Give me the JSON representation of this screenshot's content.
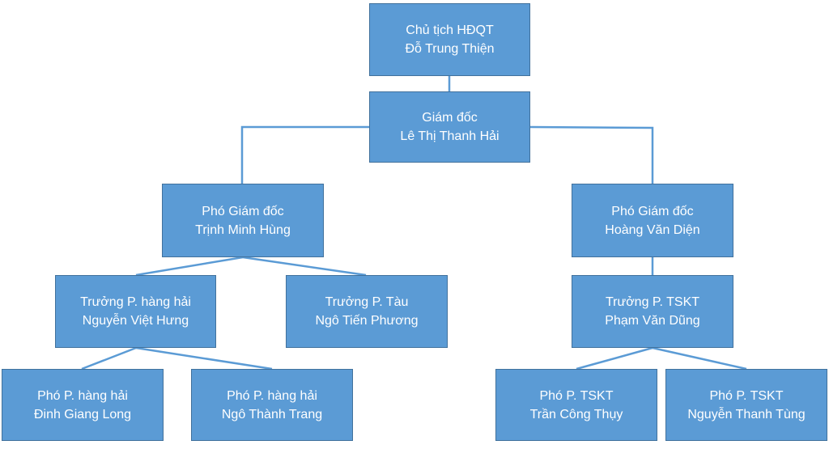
{
  "org_chart": {
    "nodes": [
      {
        "id": "chairman",
        "title": "Chủ tịch HĐQT",
        "name": "Đỗ Trung Thiện"
      },
      {
        "id": "director",
        "title": "Giám đốc",
        "name": "Lê Thị Thanh Hải"
      },
      {
        "id": "deputy-left",
        "title": "Phó Giám đốc",
        "name": "Trịnh Minh Hùng"
      },
      {
        "id": "deputy-right",
        "title": "Phó Giám đốc",
        "name": "Hoàng Văn Diện"
      },
      {
        "id": "head-navigation",
        "title": "Trưởng P. hàng hải",
        "name": "Nguyễn Việt Hưng"
      },
      {
        "id": "head-ship",
        "title": "Trưởng P. Tàu",
        "name": "Ngô Tiến Phương"
      },
      {
        "id": "head-tskt",
        "title": "Trưởng P. TSKT",
        "name": "Phạm Văn Dũng"
      },
      {
        "id": "vice-navigation-1",
        "title": "Phó P. hàng hải",
        "name": "Đinh Giang Long"
      },
      {
        "id": "vice-navigation-2",
        "title": "Phó P. hàng hải",
        "name": "Ngô Thành Trang"
      },
      {
        "id": "vice-tskt-1",
        "title": "Phó P. TSKT",
        "name": "Trần Công Thụy"
      },
      {
        "id": "vice-tskt-2",
        "title": "Phó P. TSKT",
        "name": "Nguyễn Thanh Tùng"
      }
    ],
    "colors": {
      "box_fill": "#5b9bd5",
      "box_border": "#41719c",
      "connector": "#5b9bd5",
      "text": "#ffffff"
    }
  }
}
